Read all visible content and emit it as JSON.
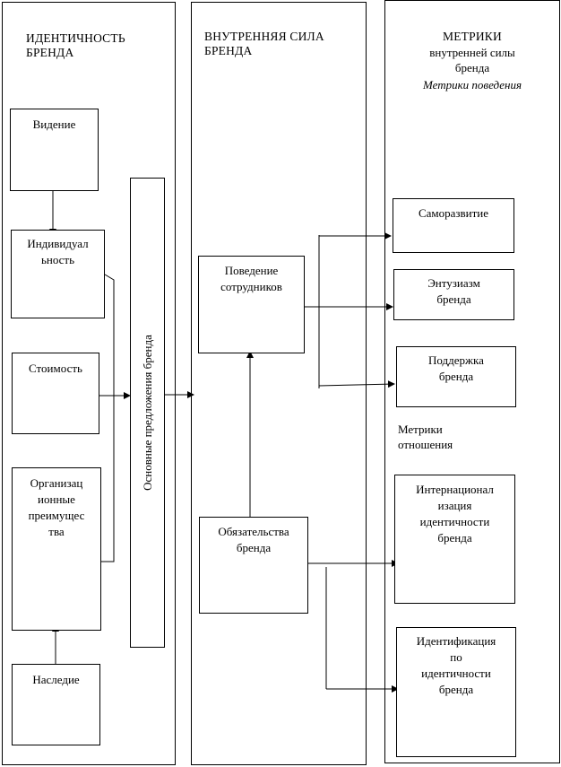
{
  "columns": {
    "identity": {
      "title": "ИДЕНТИЧНОСТЬ\nБРЕНДА"
    },
    "inner_strength": {
      "title": "ВНУТРЕННЯЯ  СИЛА\nБРЕНДА"
    },
    "metrics": {
      "title": "МЕТРИКИ",
      "subtitle": "внутренней силы\nбренда",
      "italic_caption": "Метрики поведения",
      "relation_caption": "Метрики\nотношения"
    }
  },
  "identity_boxes": {
    "vision": "Видение",
    "individuality": "Индивидуал\nьность",
    "value": "Стоимость",
    "org_advantages": "Организац\nионные\nпреимущес\nтва",
    "heritage": "Наследие"
  },
  "brand_proposals": "Основные предложения бренда",
  "inner_boxes": {
    "employee_behavior": "Поведение\nсотрудников",
    "brand_commitments": "Обязательства\nбренда"
  },
  "metric_boxes": {
    "self_development": "Саморазвитие",
    "brand_enthusiasm": "Энтузиазм\nбренда",
    "brand_support": "Поддержка\nбренда",
    "identity_internalization": "Интернационал\nизация\nидентичности\nбренда",
    "identity_identification": "Идентификация\nпо\nидентичности\nбренда"
  }
}
